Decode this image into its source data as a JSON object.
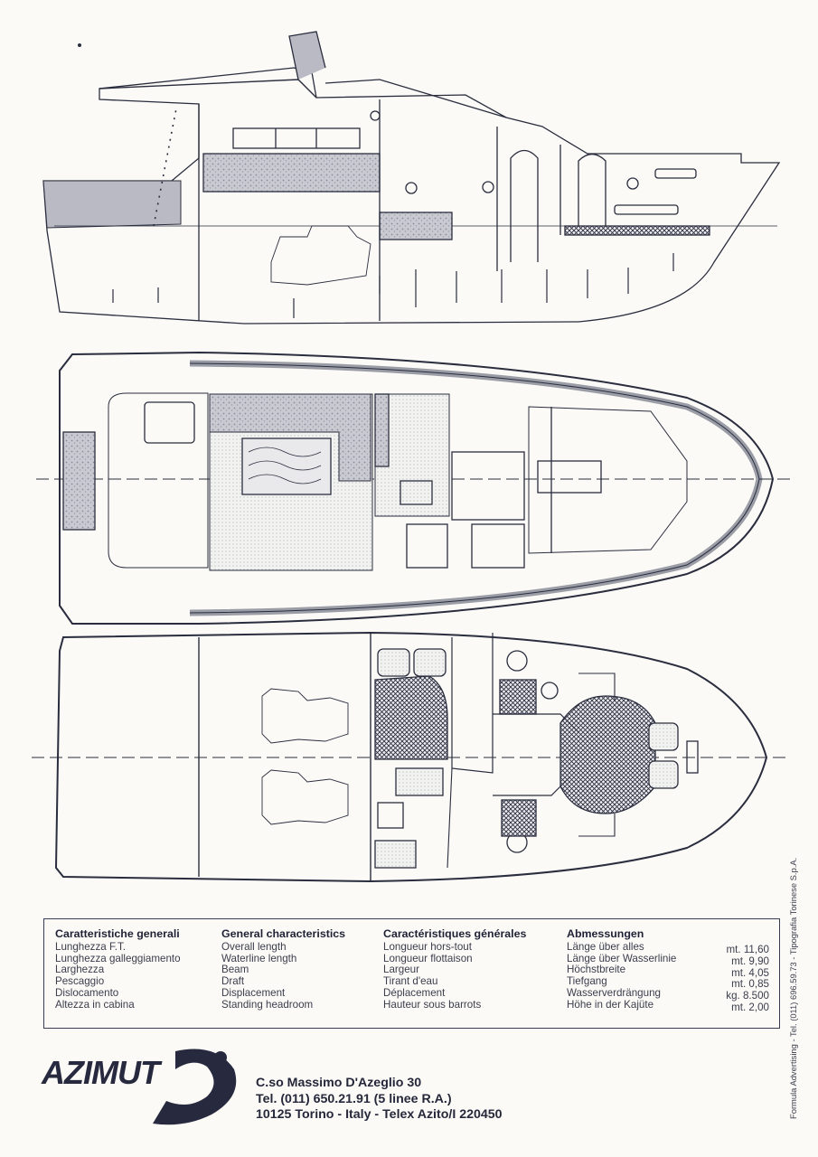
{
  "specs": {
    "columns": [
      {
        "heading": "Caratteristiche generali",
        "items": [
          "Lunghezza F.T.",
          "Lunghezza galleggiamento",
          "Larghezza",
          "Pescaggio",
          "Dislocamento",
          "Altezza in cabina"
        ]
      },
      {
        "heading": "General characteristics",
        "items": [
          "Overall length",
          "Waterline length",
          "Beam",
          "Draft",
          "Displacement",
          "Standing headroom"
        ]
      },
      {
        "heading": "Caractéristiques générales",
        "items": [
          "Longueur hors-tout",
          "Longueur flottaison",
          "Largeur",
          "Tirant d'eau",
          "Déplacement",
          "Hauteur sous barrots"
        ]
      },
      {
        "heading": "Abmessungen",
        "items": [
          "Länge über alles",
          "Länge über Wasserlinie",
          "Höchstbreite",
          "Tiefgang",
          "Wasserverdrängung",
          "Höhe in der Kajüte"
        ]
      }
    ],
    "values": [
      "mt. 11,60",
      "mt. 9,90",
      "mt. 4,05",
      "mt. 0,85",
      "kg. 8.500",
      "mt. 2,00"
    ]
  },
  "brand": {
    "name": "AZIMUT"
  },
  "address": {
    "line1": "C.so Massimo D'Azeglio 30",
    "line2": "Tel. (011) 650.21.91 (5 linee R.A.)",
    "line3": "10125 Torino - Italy - Telex Azito/I 220450"
  },
  "side_credit": "Formula Advertising - Tel. (011) 696.59.73 - Tipografia Torinese S.p.A.",
  "colors": {
    "ink": "#2a2d3e",
    "paper": "#fbfaf6",
    "fill": "#b9bac3"
  }
}
